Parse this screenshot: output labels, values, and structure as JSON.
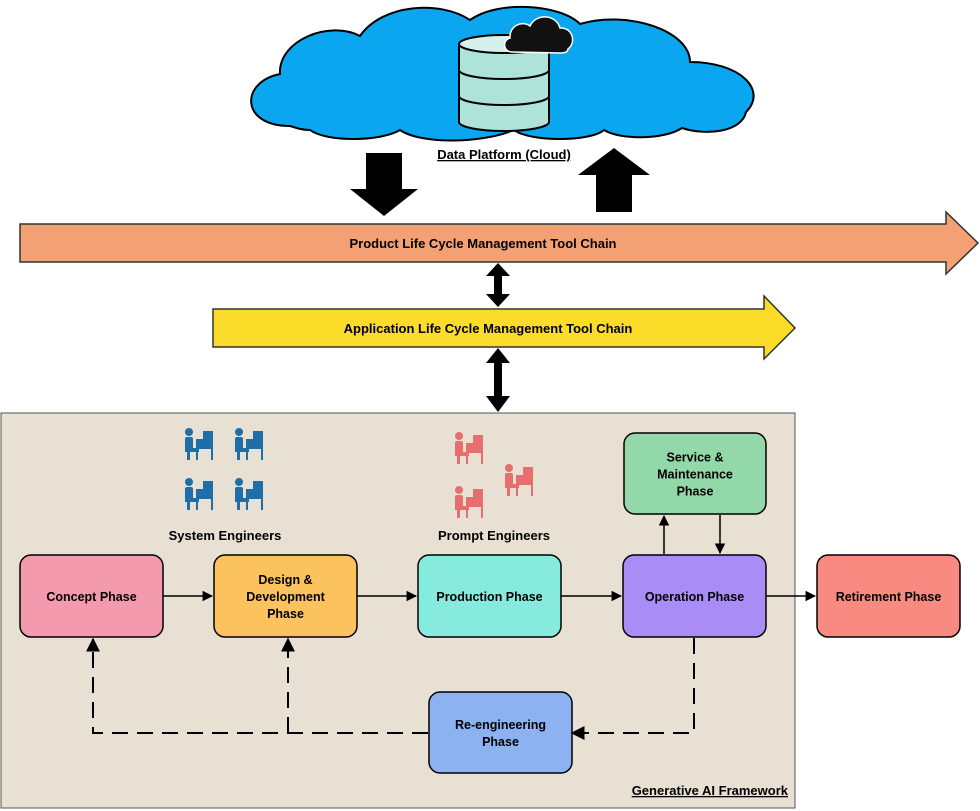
{
  "cloud": {
    "label": "Data Platform (Cloud)"
  },
  "toolchains": {
    "plm": "Product Life Cycle Management Tool Chain",
    "alm": "Application Life Cycle Management Tool Chain"
  },
  "framework": {
    "label": "Generative AI Framework",
    "system_engineers": "System Engineers",
    "prompt_engineers": "Prompt Engineers"
  },
  "phases": {
    "concept": [
      "Concept Phase"
    ],
    "design": [
      "Design &",
      "Development",
      "Phase"
    ],
    "production": [
      "Production Phase"
    ],
    "operation": [
      "Operation Phase"
    ],
    "retirement": [
      "Retirement Phase"
    ],
    "service": [
      "Service &",
      "Maintenance",
      "Phase"
    ],
    "reengineering": [
      "Re-engineering",
      "Phase"
    ]
  },
  "colors": {
    "cloud": "#0aa6f0",
    "plm": "#f4a075",
    "alm": "#fbdc28",
    "framework_bg": "#e7e0d3",
    "concept": "#f49aae",
    "design": "#fbc25e",
    "production": "#86eadc",
    "operation": "#a98cf5",
    "retirement": "#f88a82",
    "service": "#93d8a8",
    "reengineering": "#8cb2f2",
    "system_engineer_icon": "#1f6ea8",
    "prompt_engineer_icon": "#e76e6e"
  }
}
